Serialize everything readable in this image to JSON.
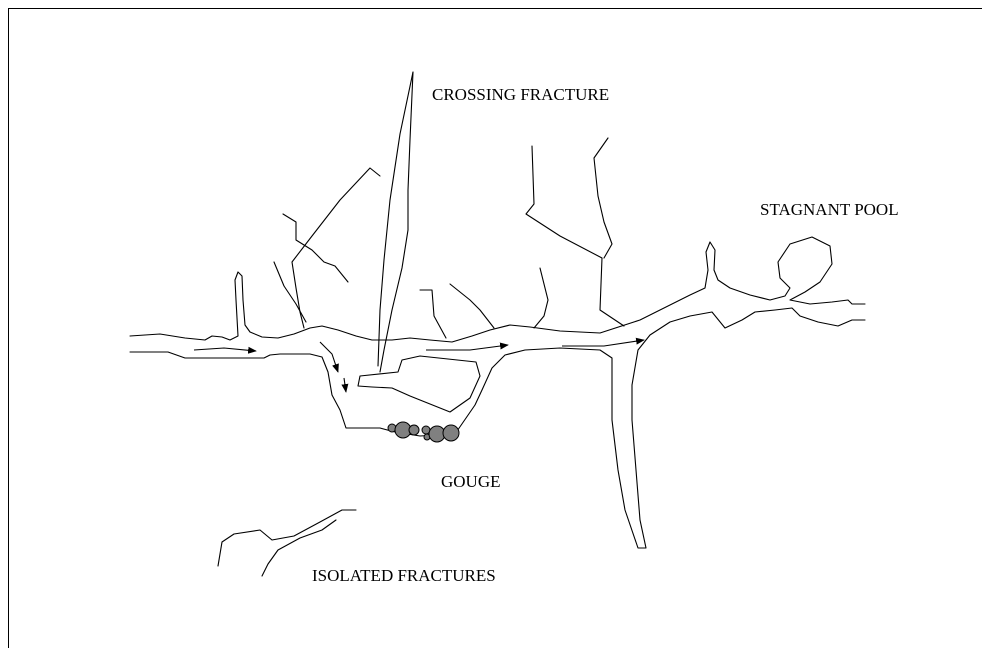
{
  "labels": {
    "crossing_fracture": "CROSSING FRACTURE",
    "stagnant_pool": "STAGNANT POOL",
    "gouge": "GOUGE",
    "isolated_fractures": "ISOLATED FRACTURES"
  },
  "colors": {
    "line": "#000000",
    "gouge_fill": "#808080",
    "background": "#ffffff"
  }
}
